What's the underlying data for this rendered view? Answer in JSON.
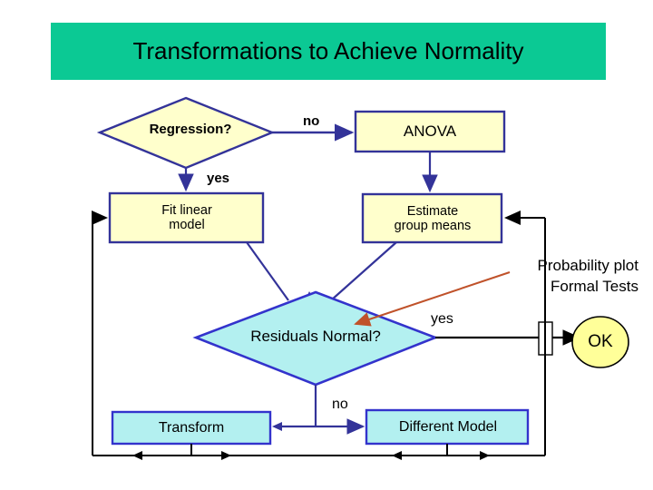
{
  "title": {
    "text": "Transformations to Achieve Normality",
    "bar_color": "#0BC994",
    "text_color": "#000000"
  },
  "palette": {
    "yellow_fill": "#FFFFCC",
    "navy_stroke": "#333399",
    "cyan_fill": "#B3F0F0",
    "blue_stroke": "#3333CC",
    "ok_fill": "#FFFF99",
    "ok_stroke": "#000000",
    "black_line": "#000000",
    "orange_arrow": "#C0522A"
  },
  "nodes": {
    "regression": {
      "label": "Regression?",
      "shape": "diamond"
    },
    "anova": {
      "label": "ANOVA",
      "shape": "rect"
    },
    "fit_linear": {
      "label_line1": "Fit linear",
      "label_line2": "model",
      "shape": "rect"
    },
    "estimate": {
      "label_line1": "Estimate",
      "label_line2": "group means",
      "shape": "rect"
    },
    "residuals": {
      "label": "Residuals Normal?",
      "shape": "diamond"
    },
    "ok": {
      "label": "OK",
      "shape": "ellipse"
    },
    "transform": {
      "label": "Transform",
      "shape": "rect"
    },
    "different_model": {
      "label": "Different Model",
      "shape": "rect"
    }
  },
  "edge_labels": {
    "regression_no": "no",
    "regression_yes": "yes",
    "residuals_yes": "yes",
    "residuals_no": "no"
  },
  "annotation": {
    "line1": "Probability plot",
    "line2": "Formal Tests"
  }
}
